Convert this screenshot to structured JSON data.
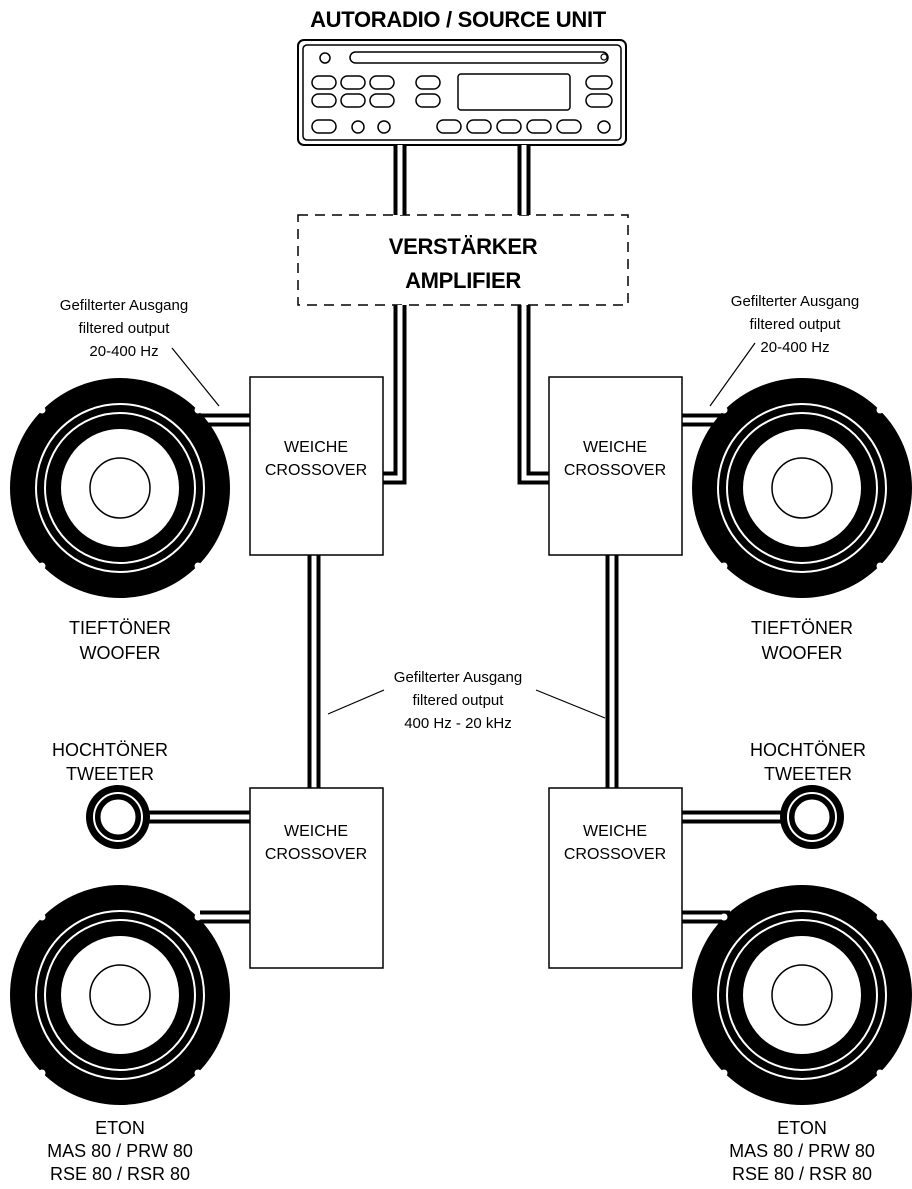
{
  "source_unit": {
    "title": "AUTORADIO / SOURCE UNIT"
  },
  "amplifier": {
    "line1": "VERSTÄRKER",
    "line2": "AMPLIFIER"
  },
  "crossover": {
    "line1": "WEICHE",
    "line2": "CROSSOVER"
  },
  "woofer_label": {
    "line1": "TIEFTÖNER",
    "line2": "WOOFER"
  },
  "tweeter_label": {
    "line1": "HOCHTÖNER",
    "line2": "TWEETER"
  },
  "low_pass_note": {
    "line1": "Gefilterter Ausgang",
    "line2": "filtered output",
    "line3": "20-400 Hz"
  },
  "high_pass_note": {
    "line1": "Gefilterter Ausgang",
    "line2": "filtered output",
    "line3": "400 Hz - 20 kHz"
  },
  "model_label": {
    "line1": "ETON",
    "line2": "MAS 80 / PRW 80",
    "line3": "RSE 80 / RSR 80"
  },
  "colors": {
    "ink": "#000000",
    "paper": "#ffffff"
  }
}
